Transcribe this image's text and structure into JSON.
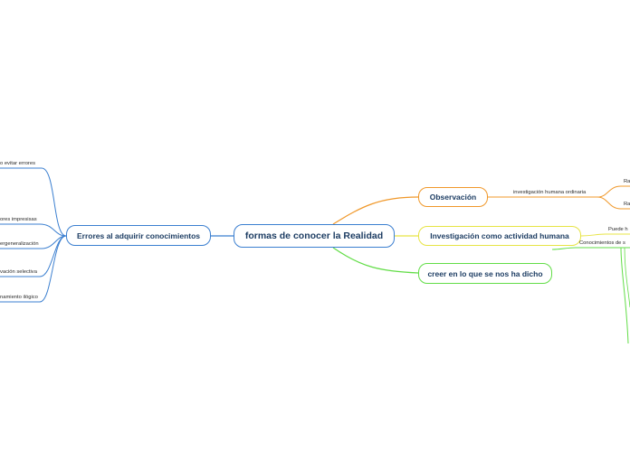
{
  "central": {
    "label": "formas de conocer la Realidad"
  },
  "branches": {
    "observacion": "Observación",
    "investigacion": "Investigación como actividad humana",
    "creer": "creer en lo que se nos ha dicho",
    "errores": "Errores al adquirir conocimientos"
  },
  "labels": {
    "inv_humana": "investigación humana ordinaria",
    "ra1": "Ra",
    "ra2": "Ra",
    "puede": "Puede h",
    "conocimientos": "Conocimientos de s",
    "evitar": "o evitar errores",
    "impresisas": "ores impresisas",
    "generalizacion": "ergeneralización",
    "selectiva": "vación selectiva",
    "ilogico": "namiento ilógico"
  },
  "colors": {
    "central": "#3b7fd0",
    "observacion": "#f0982a",
    "investigacion": "#e7e445",
    "creer": "#62dd47",
    "errores": "#3b7fd0"
  }
}
